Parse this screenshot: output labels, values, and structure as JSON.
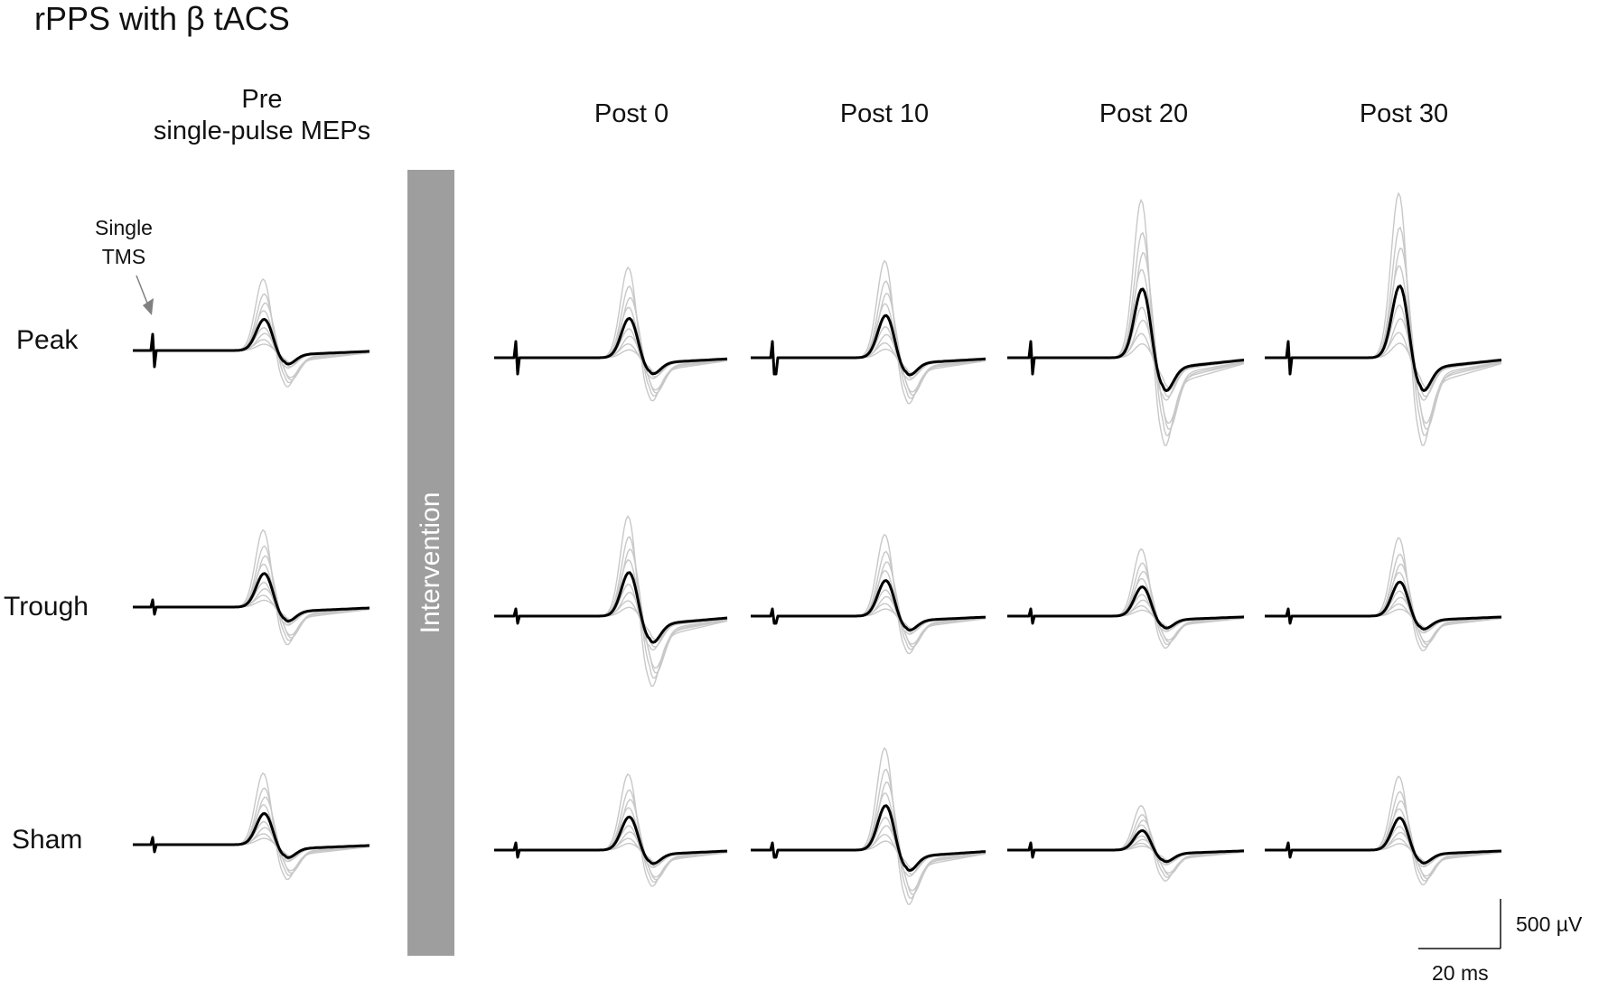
{
  "title": "rPPS with β tACS",
  "columns": {
    "pre_line1": "Pre",
    "pre_line2": "single-pulse MEPs",
    "post0": "Post 0",
    "post10": "Post 10",
    "post20": "Post 20",
    "post30": "Post 30"
  },
  "intervention": "Intervention",
  "rows": {
    "peak": "Peak",
    "trough": "Trough",
    "sham": "Sham"
  },
  "annotation": {
    "line1": "Single",
    "line2": "TMS"
  },
  "scalebar": {
    "voltage": "500 µV",
    "time": "20 ms"
  },
  "colors": {
    "trace_mean": "#000000",
    "trace_single": "#c8c8c8",
    "intervention_bar": "#9e9e9e",
    "arrow": "#808080"
  },
  "mean_trace_amplitudes_uV": {
    "peak": {
      "pre": 325,
      "post0": 410,
      "post10": 440,
      "post20": 720,
      "post30": 750
    },
    "trough": {
      "pre": 350,
      "post0": 460,
      "post10": 370,
      "post20": 305,
      "post30": 355
    },
    "sham": {
      "pre": 325,
      "post0": 345,
      "post10": 465,
      "post20": 205,
      "post30": 335
    }
  },
  "mean_trace_troughs_uV": {
    "peak": {
      "pre": 130,
      "post0": 155,
      "post10": 165,
      "post20": 315,
      "post30": 315
    },
    "trough": {
      "pre": 135,
      "post0": 250,
      "post10": 135,
      "post20": 115,
      "post30": 125
    },
    "sham": {
      "pre": 125,
      "post0": 130,
      "post10": 195,
      "post20": 110,
      "post30": 125
    }
  }
}
